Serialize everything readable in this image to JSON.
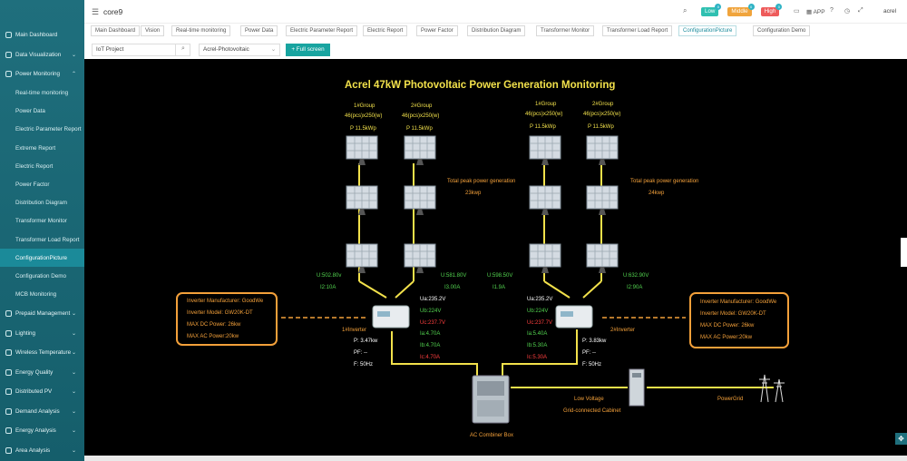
{
  "sidebar": {
    "items": [
      {
        "label": "Main Dashboard"
      },
      {
        "label": "Data Visualization"
      },
      {
        "label": "Power Monitoring"
      }
    ],
    "sub_items": [
      {
        "label": "Real-time monitoring"
      },
      {
        "label": "Power Data"
      },
      {
        "label": "Electric Parameter Report"
      },
      {
        "label": "Extreme Report"
      },
      {
        "label": "Electric Report"
      },
      {
        "label": "Power Factor"
      },
      {
        "label": "Distribution Diagram"
      },
      {
        "label": "Transformer Monitor"
      },
      {
        "label": "Transformer Load Report"
      },
      {
        "label": "ConfigurationPicture"
      },
      {
        "label": "Configuration Demo"
      },
      {
        "label": "MCB Monitoring"
      }
    ],
    "more_items": [
      {
        "label": "Prepaid Management"
      },
      {
        "label": "Lighting"
      },
      {
        "label": "Wireless Temperature"
      },
      {
        "label": "Energy Quality"
      },
      {
        "label": "Distributed PV"
      },
      {
        "label": "Demand Analysis"
      },
      {
        "label": "Energy Analysis"
      },
      {
        "label": "Area Analysis"
      }
    ]
  },
  "header": {
    "title": "core9",
    "app_label": "APP",
    "user": "acrel",
    "alerts": [
      {
        "label": "Low",
        "count": "0",
        "color": "#2fc0b1"
      },
      {
        "label": "Middle",
        "count": "0",
        "color": "#f0a43c"
      },
      {
        "label": "High",
        "count": "0",
        "color": "#ee5b5b"
      }
    ]
  },
  "tabs": [
    "Main Dashboard",
    "Vision",
    "Real-time monitoring",
    "Power Data",
    "Electric Parameter Report",
    "Electric Report",
    "Power Factor",
    "Distribution Diagram",
    "Transformer Monitor",
    "Transformer Load Report",
    "ConfigurationPicture",
    "Configuration Demo"
  ],
  "filters": {
    "project": "IoT Project",
    "device": "Acrel-Photovoltaic",
    "fullscreen": "+ Full screen"
  },
  "diagram": {
    "title": "Acrel 47kW Photovoltaic Power Generation Monitoring",
    "groups": [
      {
        "name": "1#Group",
        "spec": "46(pcs)x250(w)",
        "power": "P 11.5kWp"
      },
      {
        "name": "2#Group",
        "spec": "46(pcs)x250(w)",
        "power": "P 11.5kWp"
      },
      {
        "name": "1#Group",
        "spec": "46(pcs)x250(w)",
        "power": "P 11.5kWp"
      },
      {
        "name": "2#Group",
        "spec": "46(pcs)x250(w)",
        "power": "P 11.5kWp"
      }
    ],
    "peak_left": {
      "label": "Total peak power generation",
      "value": "23kwp"
    },
    "peak_right": {
      "label": "Total peak power generation",
      "value": "24kwp"
    },
    "dc": {
      "u1": "U:502.80v",
      "i1": "I2:10A",
      "u2": "U:581.80V",
      "i2": "I3.00A",
      "u3": "U:598.50V",
      "i3": "I1.9A",
      "u4": "U:632.90V",
      "i4": "I2:90A"
    },
    "inverter1": {
      "name": "1#Inverter",
      "p": "P: 3.47kw",
      "pf": "PF: --",
      "f": "F: 50Hz",
      "ua": "Ua:235.2V",
      "ub": "Ub:224V",
      "uc": "Uc:237.7V",
      "ia": "Ia:4.70A",
      "ib": "Ib:4.70A",
      "ic": "Ic:4.70A"
    },
    "inverter2": {
      "name": "2#Inverter",
      "p": "P: 3.83kw",
      "pf": "PF: --",
      "f": "F: 50Hz",
      "ua": "Ua:235.2V",
      "ub": "Ub:224V",
      "uc": "Uc:237.7V",
      "ia": "Ia:5.40A",
      "ib": "Ib:5.30A",
      "ic": "Ic:5.30A"
    },
    "info_left": {
      "manufacturer": "Inverter Manufacturer:  GoodWe",
      "model": "Inverter Model: GW20K-DT",
      "dc": "MAX DC Power: 26kw",
      "ac": "MAX AC Power:20kw"
    },
    "info_right": {
      "manufacturer": "Inverter Manufacturer:  GoodWe",
      "model": "Inverter Model: GW20K-DT",
      "dc": "MAX DC Power: 26kw",
      "ac": "MAX AC Power:20kw"
    },
    "combiner": "AC Combiner Box",
    "cabinet": "Low Voltage",
    "cabinet2": "Grid-connected Cabinet",
    "grid": "PowerGrid"
  },
  "colors": {
    "accent": "#1a8b9c",
    "sidebar": "#1f6f7d",
    "line": "#f2e14b",
    "orange": "#f3a03a"
  }
}
